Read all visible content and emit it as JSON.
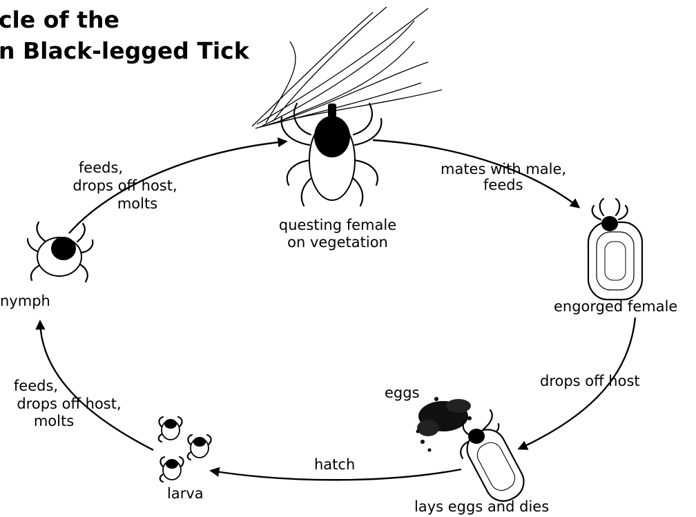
{
  "title": {
    "line1": "cle of the",
    "line2": "n Black-legged Tick"
  },
  "stages": {
    "questing": {
      "line1": "questing female",
      "line2": "on vegetation"
    },
    "engorged": "engorged female",
    "eggs": "eggs",
    "lays": "lays eggs and dies",
    "larva": "larva",
    "nymph": "nymph"
  },
  "transitions": {
    "mates": {
      "line1": "mates with male,",
      "line2": "feeds"
    },
    "drops": "drops off host",
    "hatch": "hatch",
    "larva_to_nymph": {
      "line1": "feeds,",
      "line2": "drops off host,",
      "line3": "molts"
    },
    "nymph_to_adult": {
      "line1": "feeds,",
      "line2": "drops off host,",
      "line3": "molts"
    }
  }
}
